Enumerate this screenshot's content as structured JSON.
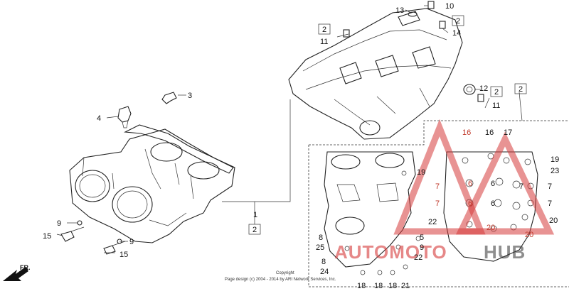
{
  "diagram": {
    "callouts": {
      "c1": "1",
      "c2_box_main": "2",
      "c3": "3",
      "c4": "4",
      "c9_left_a": "9",
      "c9_left_b": "9",
      "c15_left_a": "15",
      "c15_left_b": "15",
      "c13": "13",
      "c10": "10",
      "c2_box_top": "2",
      "c14": "14",
      "c2_box_left": "2",
      "c11_left": "11",
      "c12": "12",
      "c2_box_right": "2",
      "c11_right": "11",
      "c2_box_far": "2",
      "c16_a": "16",
      "c16_b": "16",
      "c17": "17",
      "c19_a": "19",
      "c23": "23",
      "c19_b": "19",
      "c7_a": "7",
      "c6_a": "6",
      "c6_b": "6",
      "c7_b": "7",
      "c7_c": "7",
      "c6_c": "6",
      "c6_d": "6",
      "c7_d": "7",
      "c7_e": "7",
      "c22_a": "22",
      "c20_a": "20",
      "c20_b": "20",
      "c20_c": "20",
      "c8_a": "8",
      "c25": "25",
      "c5": "5",
      "c9_b": "9",
      "c22_b": "22",
      "c8_b": "8",
      "c24": "24",
      "c18_a": "18",
      "c18_b": "18",
      "c18_c": "18",
      "c21": "21"
    },
    "fr_label": "FR.",
    "copyright_line1": "Copyright",
    "copyright_line2": "Page design (c) 2004 - 2014 by ARI Network Services, Inc."
  },
  "watermark": {
    "brand_red_part": "AUTOMOTO",
    "brand_dark_part": "HUB",
    "color": "#d63a3a"
  }
}
